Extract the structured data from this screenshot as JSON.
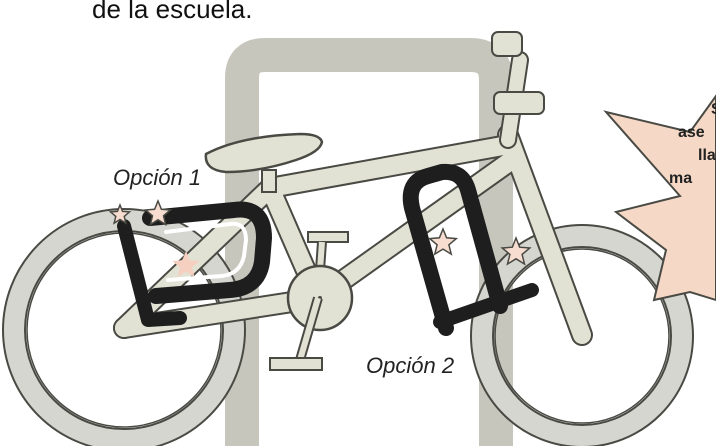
{
  "caption": "de la escuela.",
  "labels": {
    "option1": "Opción 1",
    "option2": "Opción 2"
  },
  "callout": {
    "lines": [
      "S",
      "ase",
      "lla",
      "ma"
    ]
  },
  "colors": {
    "rack": "#c6c6bc",
    "frame": "#e2e2d4",
    "outline": "#4a4a44",
    "lock": "#1e1e1e",
    "star_fill": "#f6ddd0",
    "callout_fill": "#f5d8c6",
    "tire": "#d6d6d0"
  },
  "icons": [
    "star-icon",
    "u-lock-icon",
    "bicycle-icon",
    "bike-rack-icon"
  ]
}
